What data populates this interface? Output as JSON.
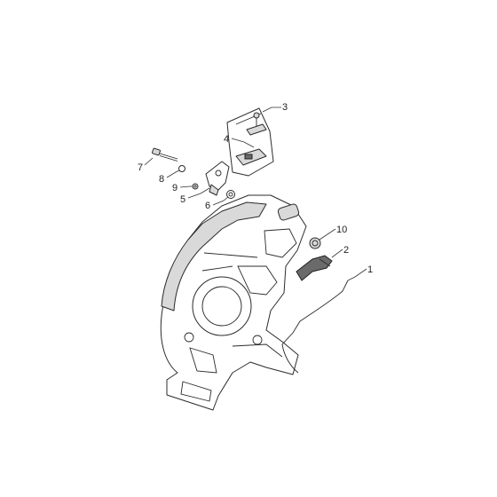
{
  "diagram": {
    "callouts": [
      {
        "id": "c1",
        "label": "1"
      },
      {
        "id": "c2",
        "label": "2"
      },
      {
        "id": "c3",
        "label": "3"
      },
      {
        "id": "c4",
        "label": "4"
      },
      {
        "id": "c5",
        "label": "5"
      },
      {
        "id": "c6",
        "label": "6"
      },
      {
        "id": "c7",
        "label": "7"
      },
      {
        "id": "c8",
        "label": "8"
      },
      {
        "id": "c9",
        "label": "9"
      },
      {
        "id": "c10",
        "label": "10"
      }
    ]
  },
  "colors": {
    "line": "#2b2b2b",
    "fill_light": "#ffffff",
    "fill_grey": "#d9d9d9",
    "fill_dark": "#6a6a6a",
    "text": "#222222"
  }
}
